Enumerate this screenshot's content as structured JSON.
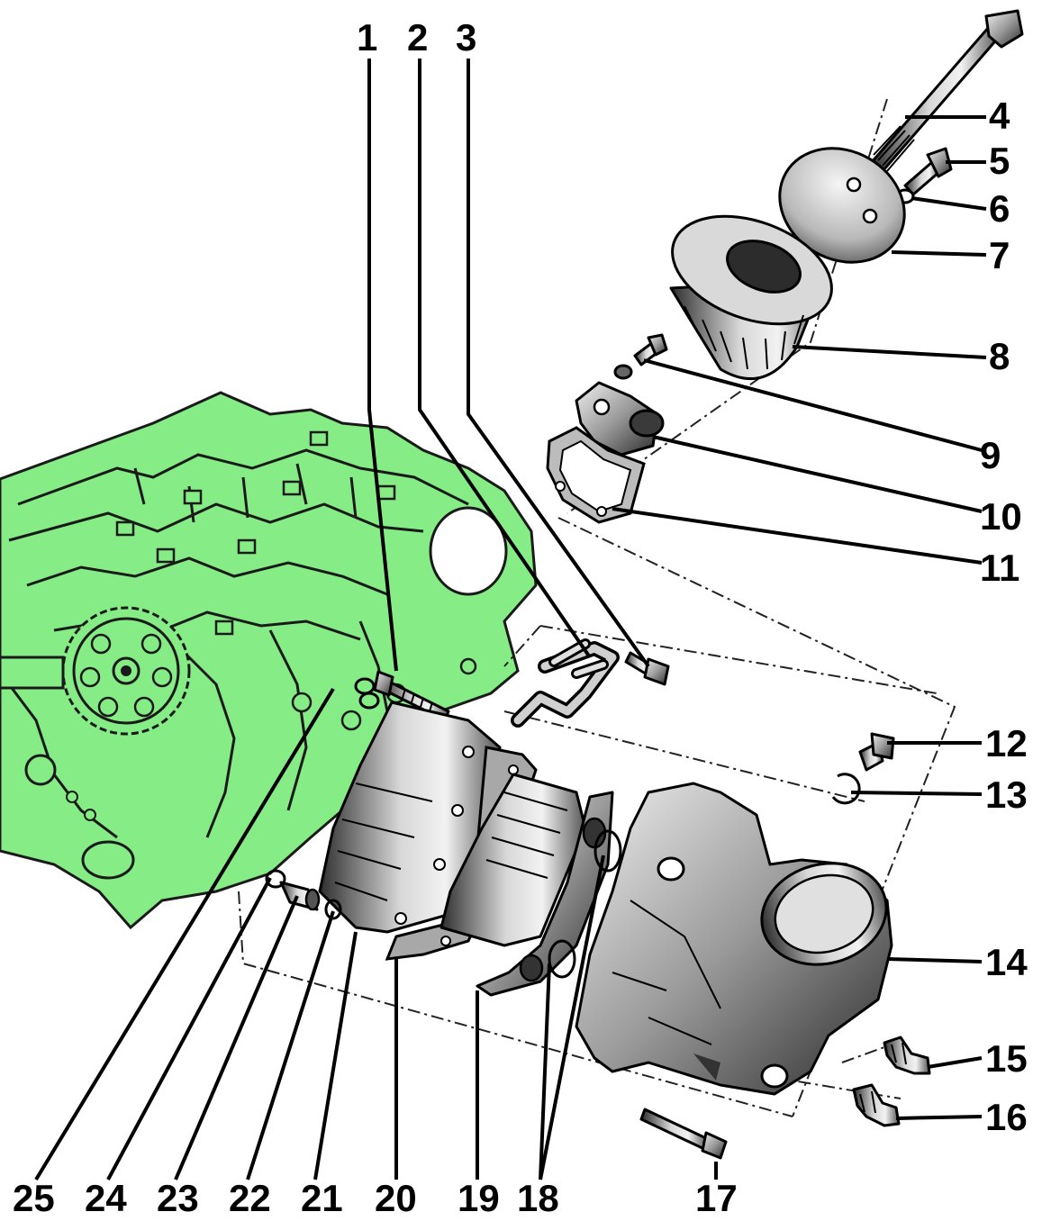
{
  "diagram": {
    "labels": {
      "p1": "1",
      "p2": "2",
      "p3": "3",
      "p4": "4",
      "p5": "5",
      "p6": "6",
      "p7": "7",
      "p8": "8",
      "p9": "9",
      "p10": "10",
      "p11": "11",
      "p12": "12",
      "p13": "13",
      "p14": "14",
      "p15": "15",
      "p16": "16",
      "p17": "17",
      "p18": "18",
      "p19": "19",
      "p20": "20",
      "p21": "21",
      "p22": "22",
      "p23": "23",
      "p24": "24",
      "p25": "25"
    },
    "colors": {
      "engine_block": "#86ec86",
      "metal_dark": "#3a3a3a",
      "metal_light": "#e8e8e8",
      "ink": "#000000"
    }
  }
}
